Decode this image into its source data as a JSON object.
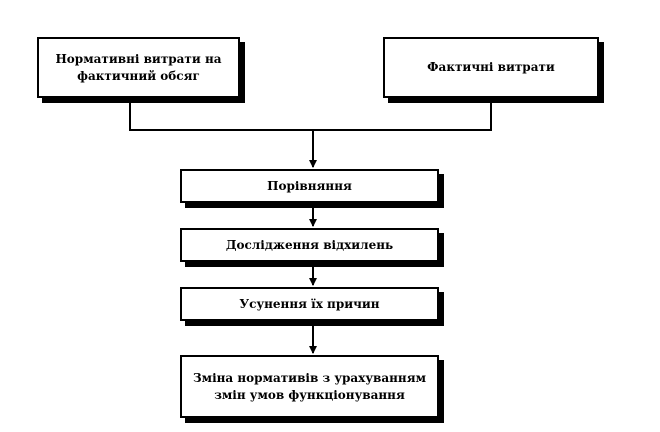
{
  "nodes": {
    "normative": "Нормативні витрати на фактичний обсяг",
    "actual": "Фактичні витрати",
    "comparison": "Порівняння",
    "research": "Дослідження відхилень",
    "elimination": "Усунення їх причин",
    "change": "Зміна нормативів з урахуванням змін умов функціонування"
  }
}
